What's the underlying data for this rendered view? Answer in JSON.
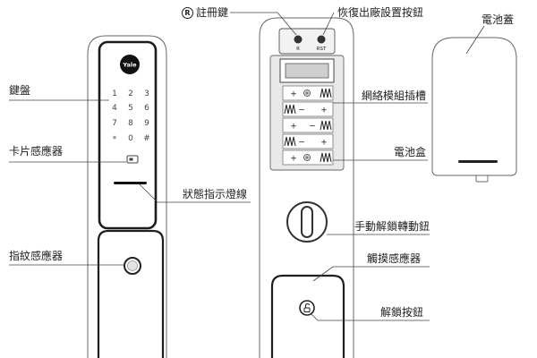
{
  "callouts": {
    "registration_key": {
      "symbol": "R",
      "text": "註冊鍵"
    },
    "factory_reset_button": "恢復出廠設置按鈕",
    "battery_cover": "電池蓋",
    "keypad": "鍵盤",
    "network_module_slot": "網絡模組插槽",
    "card_sensor": "卡片感應器",
    "battery_box": "電池盒",
    "status_indicator": "狀態指示燈線",
    "manual_knob": "手動解鎖轉動鈕",
    "fingerprint_sensor": "指紋感應器",
    "touch_sensor": "觸摸感應器",
    "unlock_button": "解鎖按鈕"
  },
  "front": {
    "logo": "Yale",
    "keys": [
      "1",
      "2",
      "3",
      "4",
      "5",
      "6",
      "7",
      "8",
      "9",
      "*",
      "0",
      "#"
    ]
  },
  "back": {
    "register_button": "R",
    "reset_button": "RST",
    "battery_rows": [
      [
        "+"
      ],
      [
        "−",
        "+"
      ],
      [
        "+",
        "−"
      ],
      [
        "−",
        "+"
      ],
      [
        "+"
      ]
    ]
  },
  "icons": {
    "registration_mark": "circled-r-icon",
    "card_sensor": "card-icon",
    "fingerprint": "fingerprint-icon",
    "unlock": "lock-icon",
    "battery_spring": "spring-icon",
    "screw": "screw-icon"
  }
}
